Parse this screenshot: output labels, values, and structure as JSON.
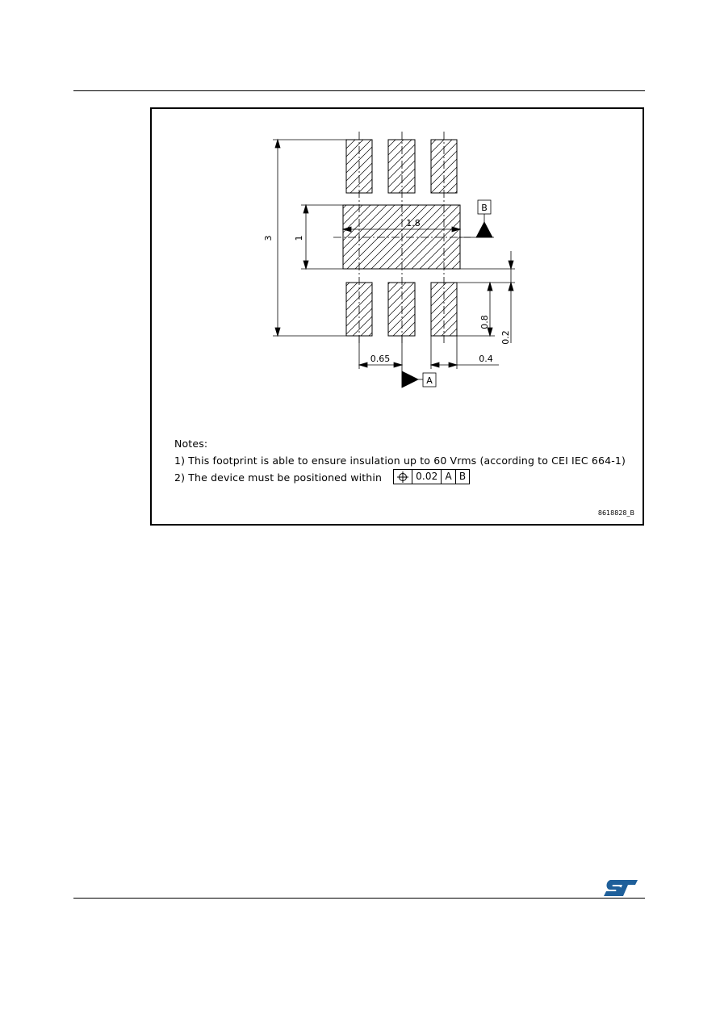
{
  "drawing": {
    "dimensions": {
      "overall_height": "3",
      "body_height": "1",
      "body_width": "1.8",
      "pitch": "0.65",
      "pad_width": "0.4",
      "pad_length": "0.8",
      "gap": "0.2"
    },
    "datums": {
      "a": "A",
      "b": "B"
    }
  },
  "notes": {
    "heading": "Notes:",
    "note1": "1) This footprint is able to ensure insulation up to 60 Vrms (according to CEI IEC 664-1)",
    "note2": "2) The device must be positioned within"
  },
  "tolerance_frame": {
    "symbol": "position-icon",
    "value": "0.02",
    "datum_1": "A",
    "datum_2": "B"
  },
  "figure_id": "8618828_B",
  "logo": "ST"
}
